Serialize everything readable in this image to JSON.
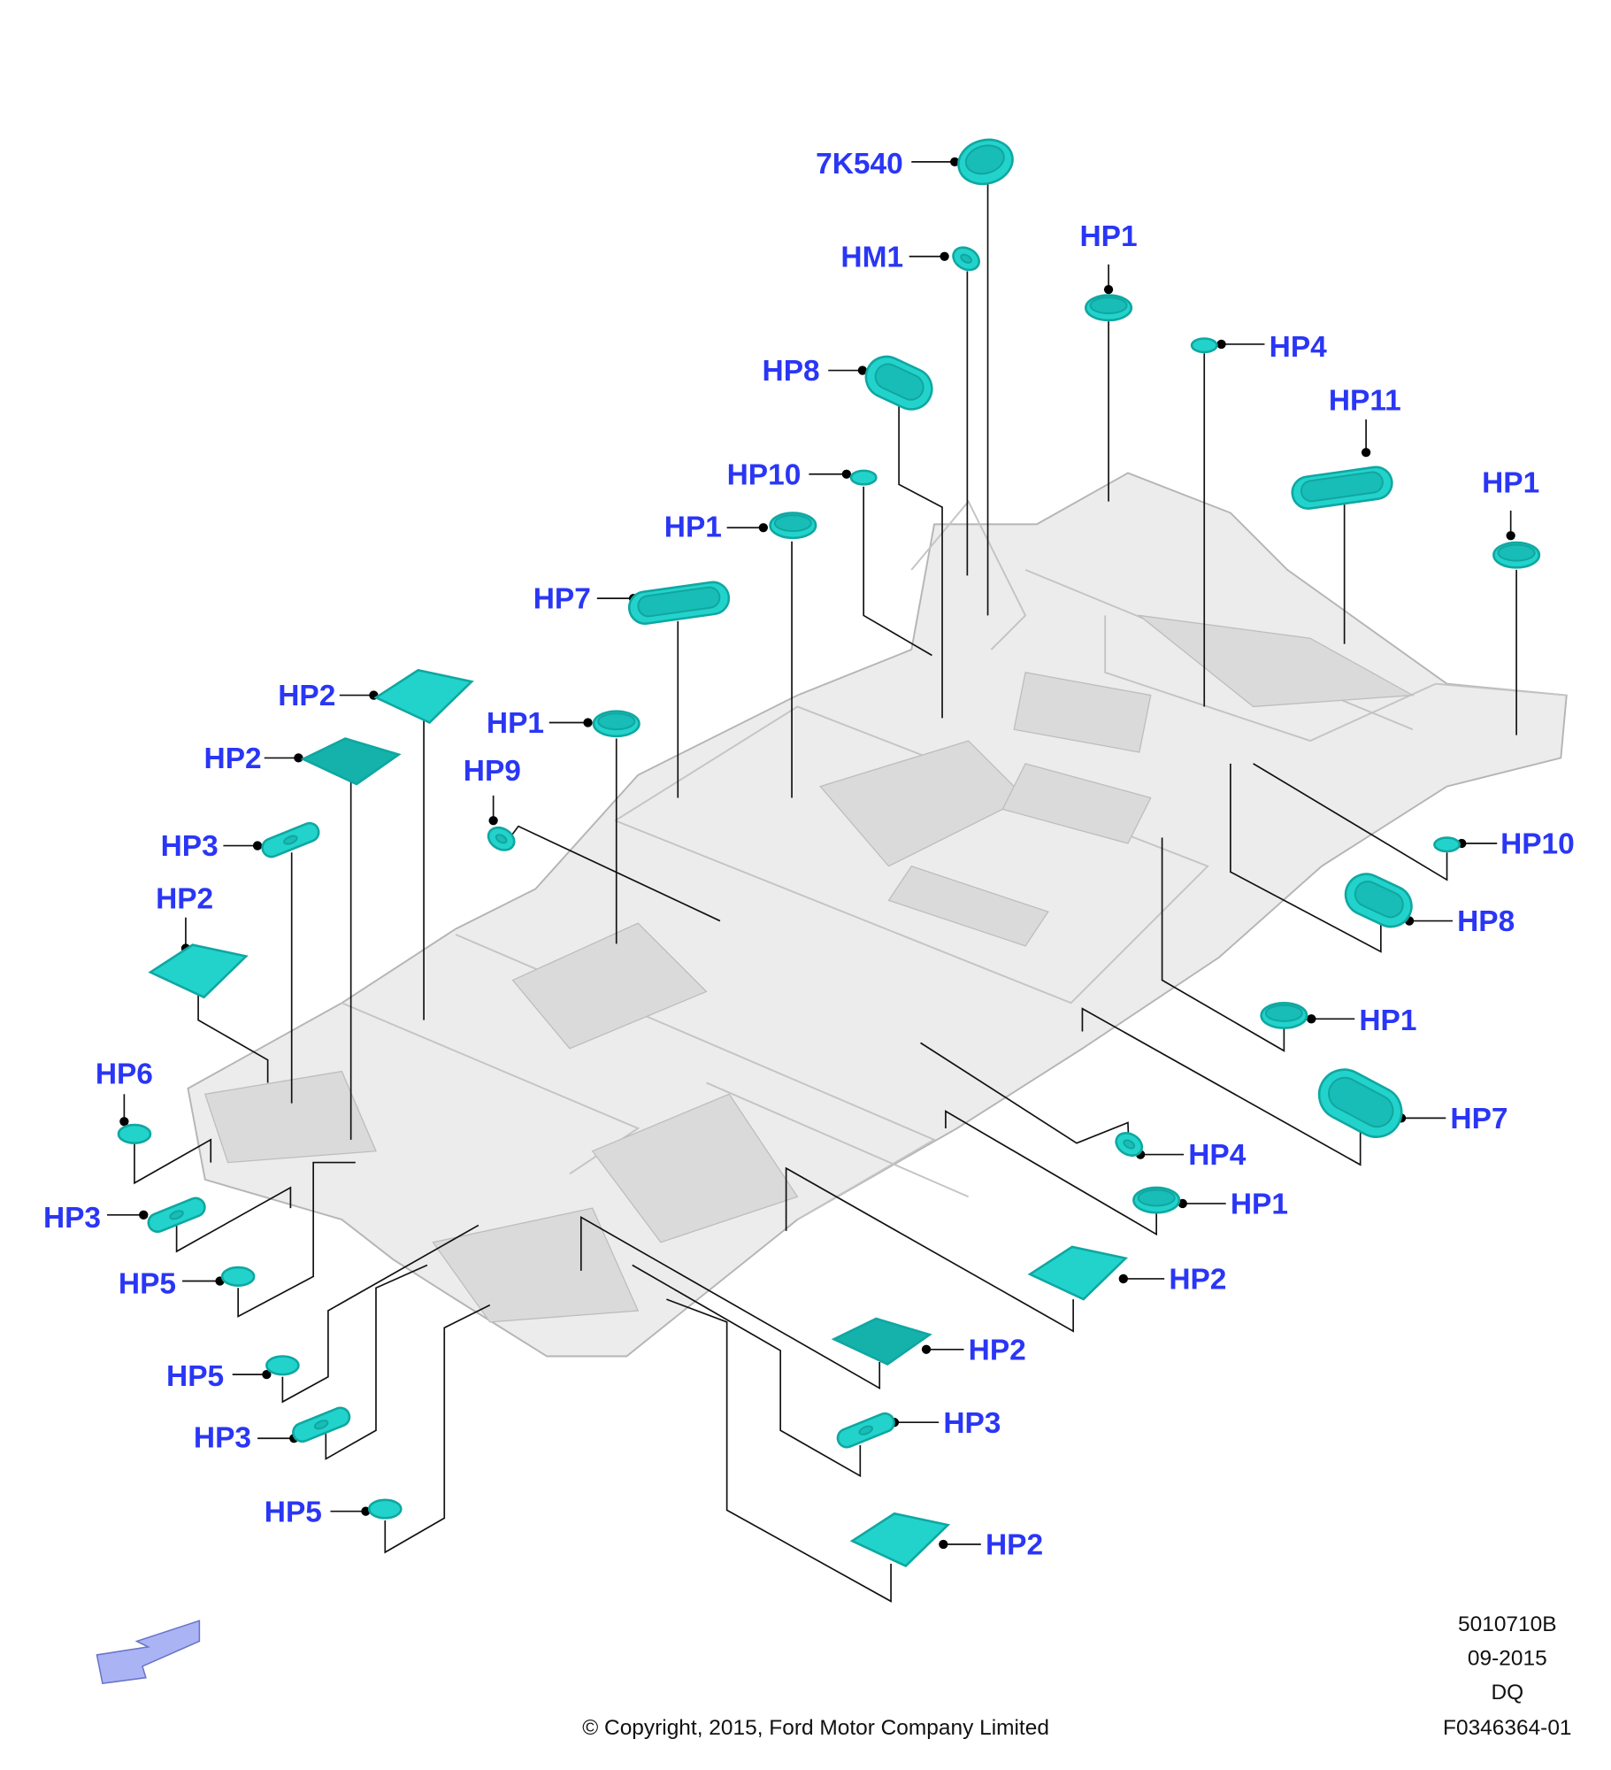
{
  "diagram": {
    "callouts": [
      "7K540",
      "HM1",
      "HP1",
      "HP4",
      "HP11",
      "HP1",
      "HP8",
      "HP10",
      "HP1",
      "HP7",
      "HP2",
      "HP2",
      "HP1",
      "HP9",
      "HP3",
      "HP2",
      "HP6",
      "HP3",
      "HP5",
      "HP5",
      "HP3",
      "HP5",
      "HP10",
      "HP8",
      "HP1",
      "HP7",
      "HP4",
      "HP1",
      "HP2",
      "HP2",
      "HP3",
      "HP2"
    ],
    "part_color": "#22d3cc",
    "label_color": "#2a36f5"
  },
  "footer": {
    "copyright": "© Copyright, 2015, Ford Motor Company Limited",
    "ref_code": "5010710B",
    "date": "09-2015",
    "region": "DQ",
    "figure_id": "F0346364-01"
  }
}
